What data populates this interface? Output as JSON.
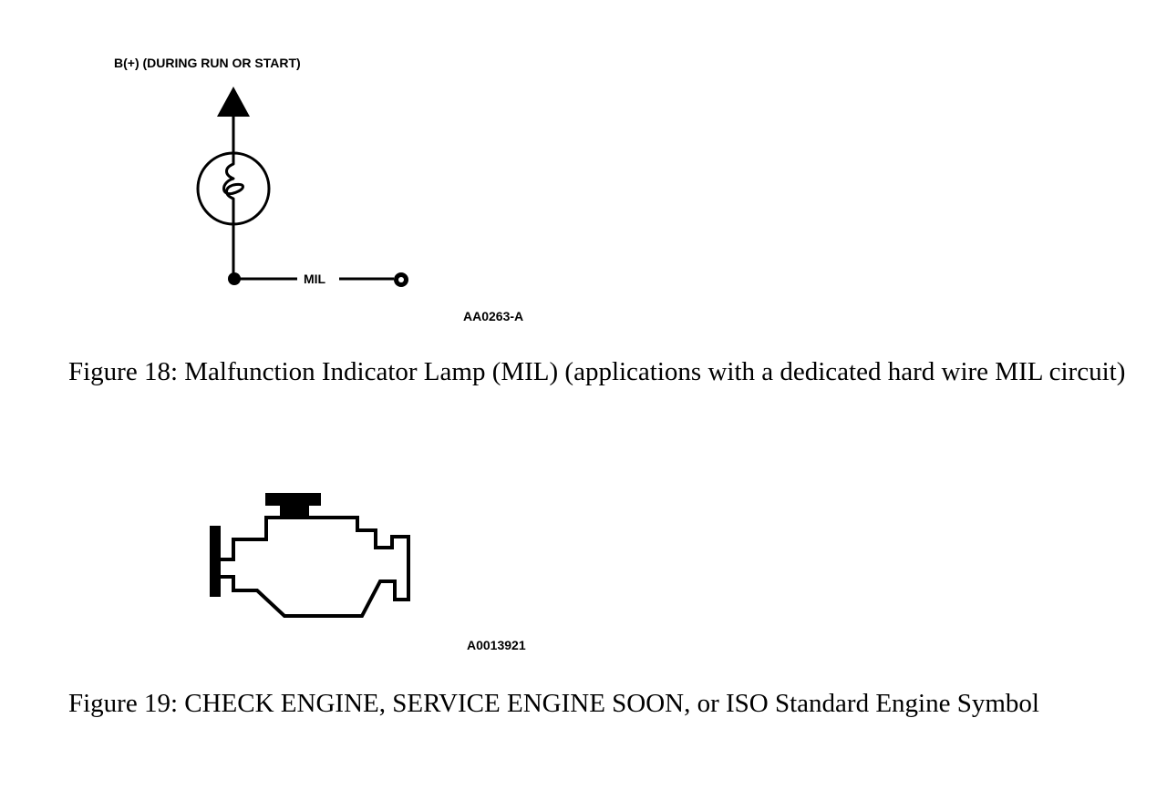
{
  "figure18": {
    "supply_label": "B(+) (DURING RUN OR START)",
    "circuit_label": "MIL",
    "drawing_id": "AA0263-A",
    "caption": "Figure 18: Malfunction Indicator Lamp (MIL) (applications with a dedicated hard wire MIL circuit)"
  },
  "figure19": {
    "drawing_id": "A0013921",
    "caption": "Figure 19: CHECK ENGINE, SERVICE ENGINE SOON, or ISO Standard Engine Symbol"
  },
  "colors": {
    "ink": "#000000",
    "background": "#ffffff"
  }
}
